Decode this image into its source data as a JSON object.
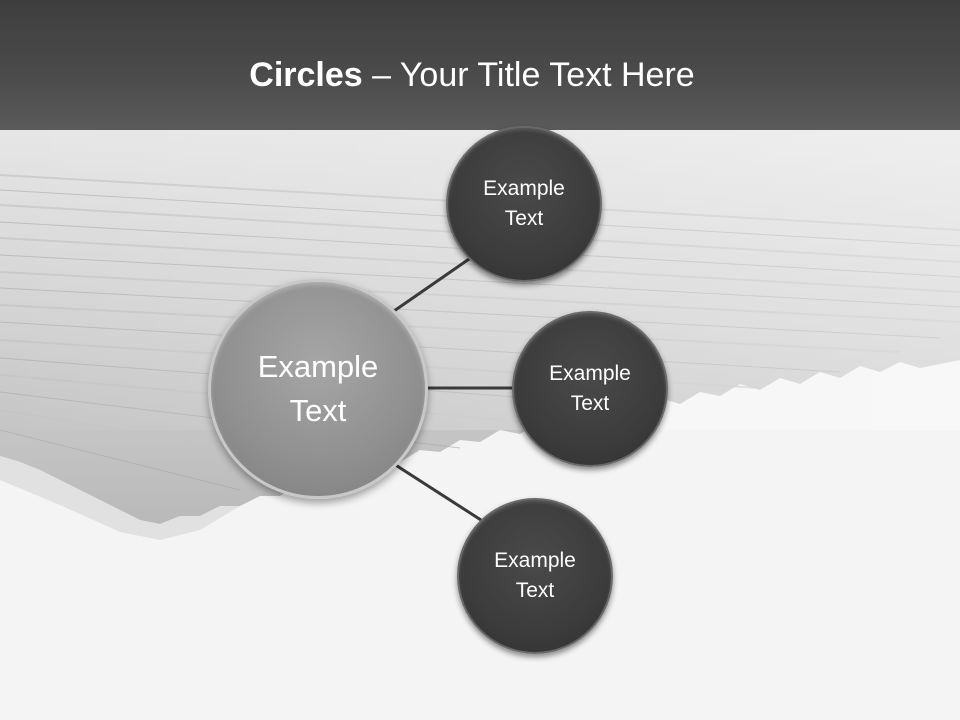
{
  "title": {
    "bold": "Circles",
    "rest": " – Your Title Text Here"
  },
  "center_node": {
    "line1": "Example",
    "line2": "Text"
  },
  "nodes": [
    {
      "line1": "Example",
      "line2": "Text"
    },
    {
      "line1": "Example",
      "line2": "Text"
    },
    {
      "line1": "Example",
      "line2": "Text"
    }
  ],
  "colors": {
    "title_band": "#444444",
    "title_text": "#ffffff",
    "center_fill": "#969696",
    "node_fill": "#3c3c3c",
    "connector": "#3a3a3a",
    "background": "#f5f5f5"
  }
}
